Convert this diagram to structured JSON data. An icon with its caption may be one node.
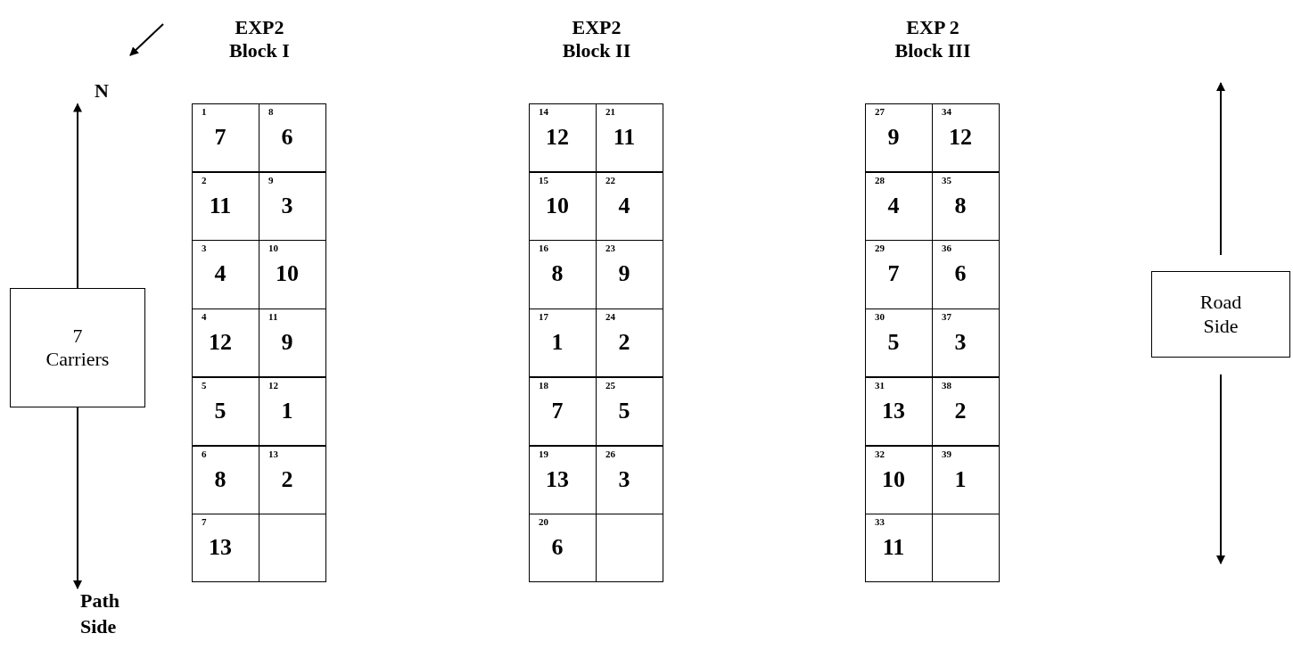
{
  "diagram": {
    "nodes": [
      {
        "text": [
          "EXP2 Block I"
        ]
      },
      {
        "text": [
          "1",
          "7"
        ],
        "in": 0
      },
      {
        "text": [
          "8",
          "6"
        ],
        "in": 0
      },
      {
        "text": [
          "2",
          "11"
        ],
        "in": 0
      },
      {
        "text": [
          "9",
          "3"
        ],
        "in": 0
      },
      {
        "text": [
          "3",
          "4"
        ],
        "in": 0
      },
      {
        "text": [
          "10",
          "10"
        ],
        "in": 0
      },
      {
        "text": [
          "4",
          "12"
        ],
        "in": 0
      },
      {
        "text": [
          "11",
          "9"
        ],
        "in": 0
      },
      {
        "text": [
          "5",
          "5"
        ],
        "in": 0
      },
      {
        "text": [
          "12",
          "1"
        ],
        "in": 0
      },
      {
        "text": [
          "6",
          "8"
        ],
        "in": 0
      },
      {
        "text": [
          "13",
          "2"
        ],
        "in": 0
      },
      {
        "text": [
          "7",
          "13"
        ],
        "in": 0
      },
      {
        "text": [],
        "shape": "box",
        "in": 0
      },
      {
        "text": [
          "EXP2 Block II"
        ]
      },
      {
        "text": [
          "14",
          "12"
        ],
        "in": 15
      },
      {
        "text": [
          "21",
          "11"
        ],
        "in": 15
      },
      {
        "text": [
          "15",
          "10"
        ],
        "in": 15
      },
      {
        "text": [
          "22",
          "4"
        ],
        "in": 15
      },
      {
        "text": [
          "16",
          "8"
        ],
        "in": 15
      },
      {
        "text": [
          "23",
          "9"
        ],
        "in": 15
      },
      {
        "text": [
          "17",
          "1"
        ],
        "in": 15
      },
      {
        "text": [
          "24",
          "2"
        ],
        "in": 15
      },
      {
        "text": [
          "18",
          "7"
        ],
        "in": 15
      },
      {
        "text": [
          "25",
          "5"
        ],
        "in": 15
      },
      {
        "text": [
          "19",
          "13"
        ],
        "in": 15
      },
      {
        "text": [
          "26",
          "3"
        ],
        "in": 15
      },
      {
        "text": [
          "20",
          "6"
        ],
        "in": 15
      },
      {
        "text": [],
        "shape": "box",
        "in": 15
      },
      {
        "text": [
          "EXP 2 Block III"
        ]
      },
      {
        "text": [
          "27",
          "9"
        ],
        "in": 30
      },
      {
        "text": [
          "34",
          "12"
        ],
        "in": 30
      },
      {
        "text": [
          "28",
          "4"
        ],
        "in": 30
      },
      {
        "text": [
          "35",
          "8"
        ],
        "in": 30
      },
      {
        "text": [
          "29",
          "7"
        ],
        "in": 30
      },
      {
        "text": [
          "36",
          "6"
        ],
        "in": 30
      },
      {
        "text": [
          "30",
          "5"
        ],
        "in": 30
      },
      {
        "text": [
          "37",
          "3"
        ],
        "in": 30
      },
      {
        "text": [
          "31",
          "13"
        ],
        "in": 30
      },
      {
        "text": [
          "38",
          "2"
        ],
        "in": 30
      },
      {
        "text": [
          "32",
          "10"
        ],
        "in": 30
      },
      {
        "text": [
          "39",
          "1"
        ],
        "in": 30
      },
      {
        "text": [
          "33",
          "11"
        ],
        "in": 30
      },
      {
        "text": [],
        "shape": "box",
        "in": 30
      },
      {
        "text": [
          "7 Carriers"
        ]
      },
      {
        "text": [
          "Road Side"
        ]
      },
      {
        "text": [
          "N"
        ]
      },
      {
        "text": [
          "Path Side"
        ]
      }
    ],
    "edges": [
      {
        "from": 45,
        "to": 47,
        "arrow": "to"
      },
      {
        "from": 45,
        "to": 48,
        "arrow": "to"
      },
      {
        "from": 46,
        "to": null,
        "arrow": "to"
      },
      {
        "from": 46,
        "to": null,
        "arrow": "to"
      }
    ]
  }
}
